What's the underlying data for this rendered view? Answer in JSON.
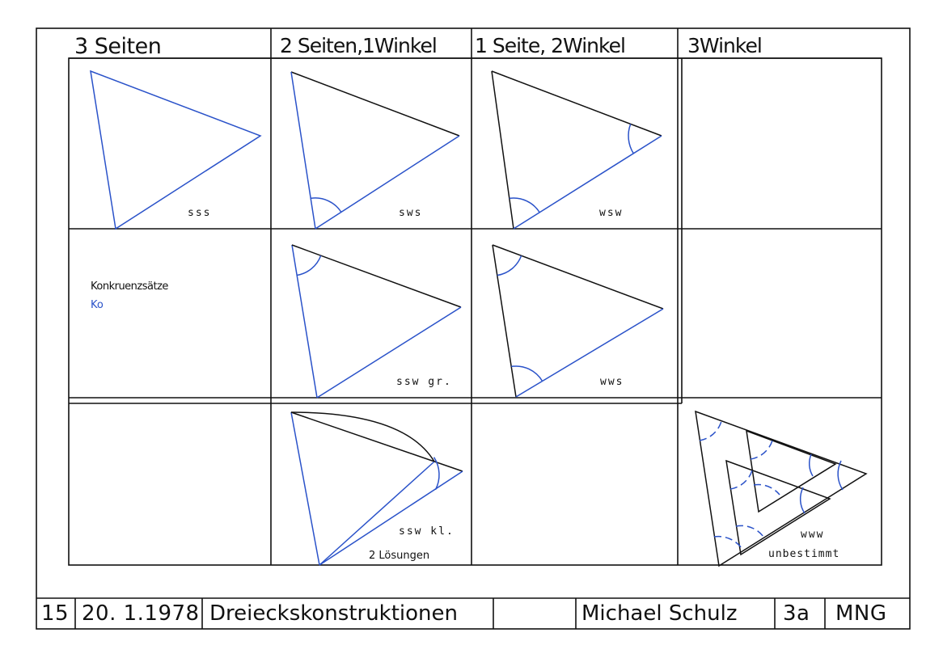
{
  "colors": {
    "ink": "#111111",
    "construction": "#2a52c9"
  },
  "headers": {
    "col1": "3 Seiten",
    "col2": "2 Seiten,1Winkel",
    "col3": "1 Seite, 2Winkel",
    "col4": "3Winkel"
  },
  "cells": {
    "sss": "sss",
    "sws": "sws",
    "wsw": "wsw",
    "note_line1": "Konkruenzsätze",
    "note_line2": "Ko",
    "ssw_gr": "ssw gr.",
    "wws": "wws",
    "ssw_kl": "ssw kl.",
    "ssw_kl_sub": "2 Lösungen",
    "www": "www",
    "www_sub": "unbestimmt"
  },
  "footer": {
    "number": "15",
    "date": "20. 1.1978",
    "title": "Dreieckskonstruktionen",
    "author": "Michael Schulz",
    "class": "3a",
    "school": "MNG"
  }
}
